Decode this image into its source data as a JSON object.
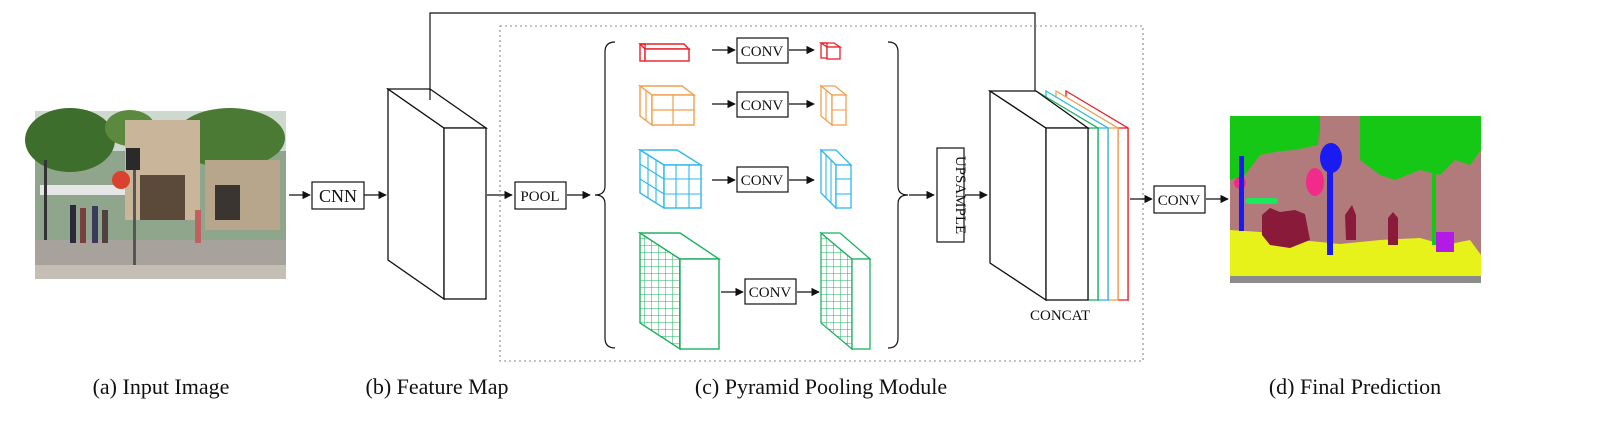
{
  "captions": {
    "a": "(a) Input Image",
    "b": "(b) Feature Map",
    "c": "(c) Pyramid Pooling Module",
    "d": "(d) Final Prediction"
  },
  "labels": {
    "cnn": "CNN",
    "pool": "POOL",
    "conv": "CONV",
    "upsample": "UPSAMPLE",
    "concat": "CONCAT",
    "final_conv": "CONV"
  },
  "pyramid_levels": [
    {
      "bins": 1,
      "color": "#e8202a"
    },
    {
      "bins": 2,
      "color": "#f0a050"
    },
    {
      "bins": 3,
      "color": "#30b8e8"
    },
    {
      "bins": 6,
      "color": "#20b060"
    }
  ],
  "concat_strip_colors": [
    "#20b060",
    "#30b8e8",
    "#f0a050",
    "#e8202a"
  ],
  "colors": {
    "line": "#111111",
    "dotted_frame": "#888888"
  }
}
